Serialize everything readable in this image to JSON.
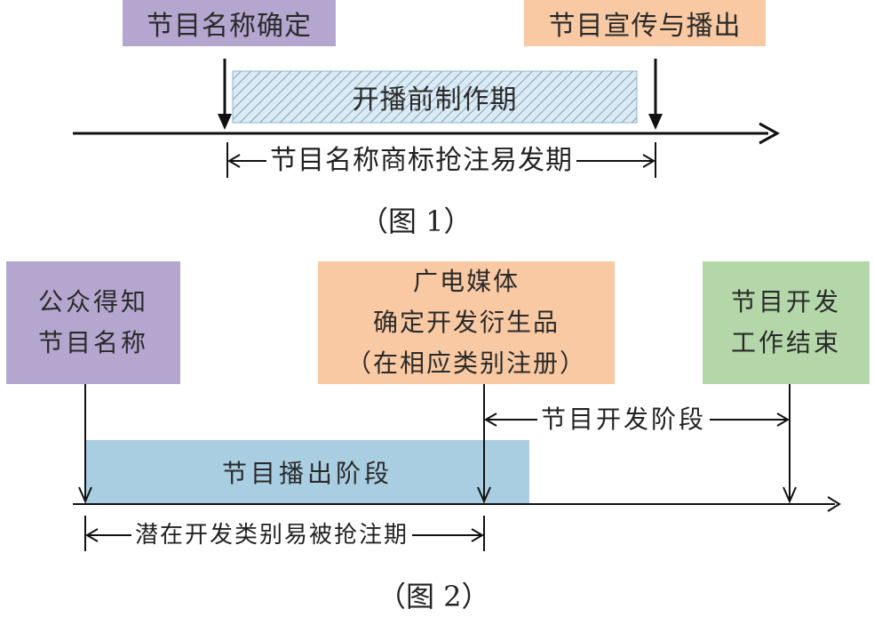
{
  "figure1": {
    "name_confirmed": "节目名称确定",
    "promo_broadcast": "节目宣传与播出",
    "preparation_period": "开播前制作期",
    "trademark_period": "节目名称商标抢注易发期",
    "caption": "（图 1）"
  },
  "figure2": {
    "public_knows_line1": "公众得知",
    "public_knows_line2": "节目名称",
    "media_line1": "广电媒体",
    "media_line2": "确定开发衍生品",
    "media_line3": "（在相应类别注册）",
    "dev_end_line1": "节目开发",
    "dev_end_line2": "工作结束",
    "development_stage": "节目开发阶段",
    "broadcast_stage": "节目播出阶段",
    "risk_period": "潜在开发类别易被抢注期",
    "caption": "（图 2）"
  },
  "colors": {
    "purple": "#b4a6cf",
    "orange": "#f8c9a2",
    "green": "#b3d7a8",
    "blue": "#a9cee2",
    "hatch_bg": "#dceaf3",
    "hatch_line": "#7aa4c2"
  }
}
